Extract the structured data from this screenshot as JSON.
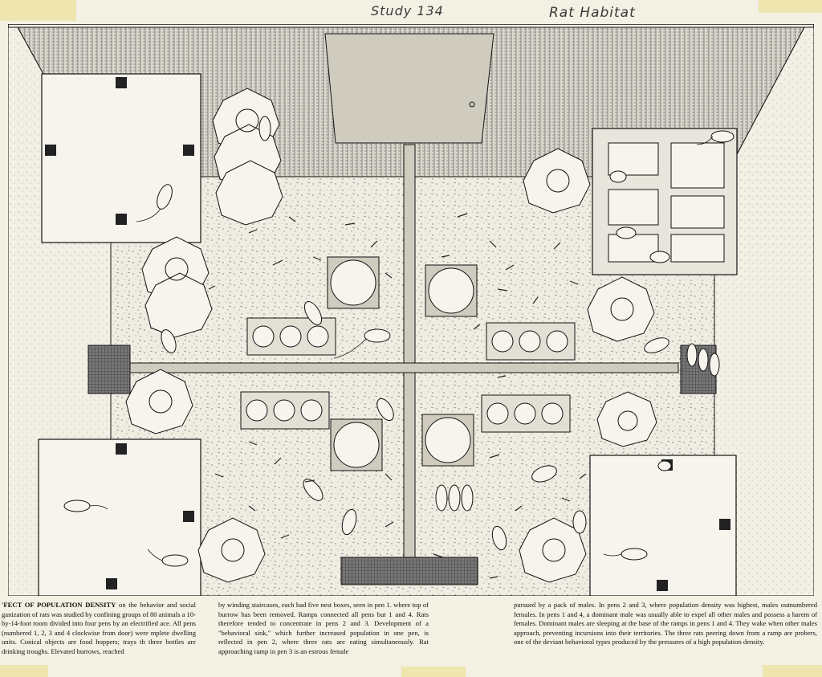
{
  "annotations": {
    "study_note": "Study 134",
    "title_note": "Rat Habitat"
  },
  "caption": {
    "lead": "'FECT OF POPULATION DENSITY",
    "col1": " on the behavior and social ganization of rats was studied by confining groups of 80 animals a 10-by-14-foot room divided into four pens by an electrified ace. All pens (numbered 1, 2, 3 and 4 clockwise from door) were mplete dwelling units. Conical objects are food hoppers; trays th three bottles are drinking troughs. Elevated burrows, reached",
    "col2": "by winding staircases, each had five nest boxes, seen in pen 1. where top of burrow has been removed. Ramps connected all pens but 1 and 4. Rats therefore tended to concentrate in pens 2 and 3. Development of a \"behavioral sink,\" which further increased population in one pen, is reflected in pen 2, where three rats are eating simultaneously. Rat approaching ramp in pen 3 is an estrous female",
    "col3": "pursued by a pack of males. In pens 2 and 3, where population density was highest, males outnumbered females. In pens 1 and 4, a dominant male was usually able to expel all other males and possess a harem of females. Dominant males are sleeping at the base of the ramps in pens 1 and 4. They wake when other males approach, preventing incursions into their territories. The three rats peering down from a ramp are probers, one of the deviant behavioral types produced by the pressures of a high population density."
  },
  "colors": {
    "paper": "#f3f0e4",
    "ink": "#1a1a1a",
    "tape": "#ece3a6"
  }
}
